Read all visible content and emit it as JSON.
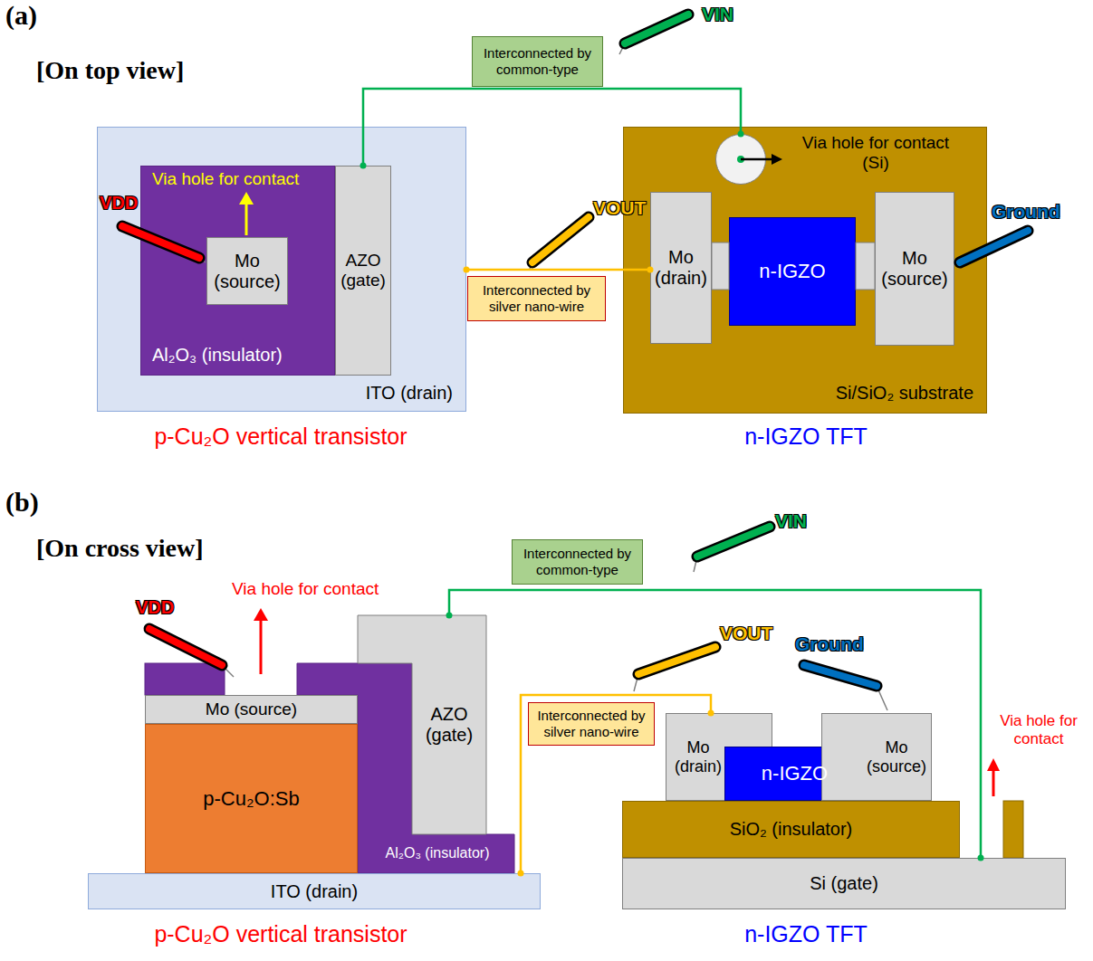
{
  "diagram": {
    "nodes": [
      {
        "text": [
          "ITO (drain)"
        ]
      },
      {
        "text": [
          "Al₂O₃ (insulator)"
        ],
        "in": 0
      },
      {
        "text": [
          "Mo (source)"
        ],
        "in": 1
      },
      {
        "text": [
          "AZO (gate)"
        ],
        "in": 0
      },
      {
        "text": [
          "Si/SiO₂ substrate"
        ]
      },
      {
        "text": [
          "Via hole for contact (Si)"
        ],
        "in": 4
      },
      {
        "text": [
          "Mo (drain)"
        ],
        "in": 4
      },
      {
        "text": [
          "n-IGZO"
        ],
        "in": 4
      },
      {
        "text": [
          "Mo (source)"
        ],
        "in": 4
      },
      {
        "text": [
          "Mo (source)"
        ]
      },
      {
        "text": [
          "p-Cu₂O:Sb"
        ]
      },
      {
        "text": [
          "AZO (gate)"
        ]
      },
      {
        "text": [
          "Al₂O₃ (insulator)"
        ]
      },
      {
        "text": [
          "ITO (drain)"
        ]
      },
      {
        "text": [
          "Mo (drain)"
        ]
      },
      {
        "text": [
          "n-IGZO"
        ]
      },
      {
        "text": [
          "Mo (source)"
        ]
      },
      {
        "text": [
          "SiO₂ (insulator)"
        ]
      },
      {
        "text": [
          "Si (gate)"
        ]
      }
    ],
    "edges": [
      {
        "from": 3,
        "to": 5,
        "arrow": "none",
        "label": "Interconnected by common-type"
      },
      {
        "from": 0,
        "to": 6,
        "arrow": "none",
        "label": "Interconnected by silver nano-wire"
      },
      {
        "from": 11,
        "to": 18,
        "arrow": "none",
        "label": "Interconnected by common-type"
      },
      {
        "from": 13,
        "to": 14,
        "arrow": "none",
        "label": "Interconnected by silver nano-wire"
      }
    ],
    "labels": [
      "(a)",
      "[On top view]",
      "VIN",
      "Via hole for contact",
      "VDD",
      "VOUT",
      "Ground",
      "p-Cu₂O vertical transistor",
      "n-IGZO TFT",
      "(b)",
      "[On cross view]",
      "VIN",
      "Via hole for contact",
      "VDD",
      "VOUT",
      "Ground",
      "Via hole for contact",
      "p-Cu₂O vertical transistor",
      "n-IGZO TFT"
    ]
  }
}
